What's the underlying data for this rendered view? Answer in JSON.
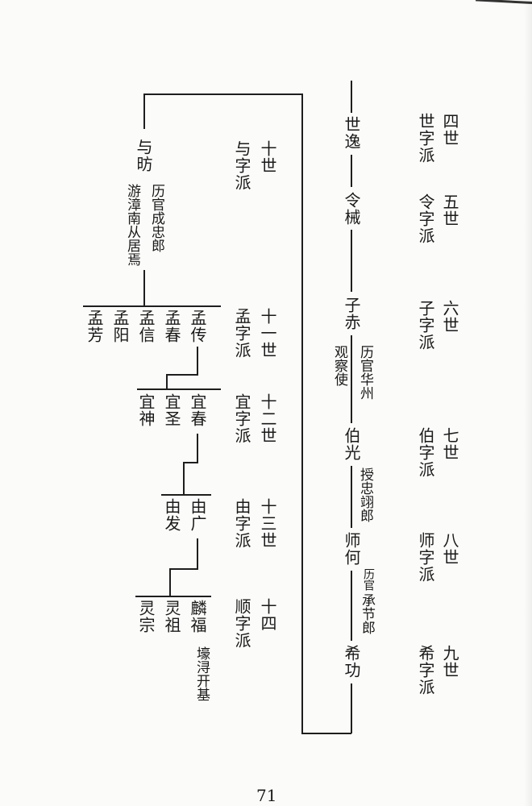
{
  "generations": {
    "g4": "四世",
    "g5": "五世",
    "g6": "六世",
    "g7": "七世",
    "g8": "八世",
    "g9": "九世",
    "g10": "十世",
    "g11": "十一世",
    "g12": "十二世",
    "g13": "十三世",
    "g14": "十四"
  },
  "branches": {
    "b4": "世字派",
    "b5": "令字派",
    "b6": "子字派",
    "b7": "伯字派",
    "b8": "师字派",
    "b9": "希字派",
    "b10": "与字派",
    "b11": "孟字派",
    "b12": "宜字派",
    "b13": "由字派",
    "b14": "顺字派"
  },
  "people": {
    "shiyi": "世逸",
    "lingxie": "令械",
    "zichi": "子赤",
    "boguang": "伯光",
    "shihe": "师何",
    "xigong": "希功",
    "yufang": "与昉",
    "mengchuan": "孟传",
    "mengchun": "孟春",
    "mengxin": "孟信",
    "mengyang": "孟阳",
    "mengfang": "孟芳",
    "yichun": "宜春",
    "yisheng": "宜圣",
    "yishen": "宜神",
    "youguang": "由广",
    "youfa": "由发",
    "linfu": "麟福",
    "lingzu": "灵祖",
    "lingzong": "灵宗"
  },
  "notes": {
    "zichi_a": "历官华州",
    "zichi_b": "观察使",
    "boguang": "授忠翊郎",
    "shihe_a": "历官",
    "shihe_b": "承节郎",
    "yufang_a": "历官成忠郎",
    "yufang_b": "游漳南从居焉",
    "linfu": "壕浔开基"
  },
  "page_number": "71"
}
